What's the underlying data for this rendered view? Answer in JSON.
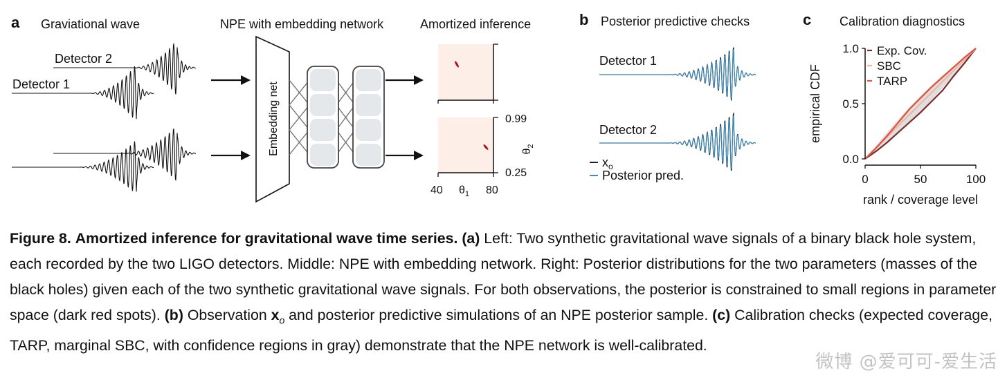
{
  "panels": {
    "a": {
      "letter": "a",
      "title_wave": "Graviational wave",
      "title_npe": "NPE with embedding network",
      "title_amortized": "Amortized inference",
      "detector2_label": "Detector 2",
      "detector1_label": "Detector 1",
      "embedding_net_label": "Embedding net",
      "posterior_axes": {
        "x_ticks": [
          "40",
          "80"
        ],
        "x_label": "θ",
        "x_label_sub": "1",
        "y_ticks": [
          "0.99",
          "0.25"
        ],
        "y_label": "θ",
        "y_label_sub": "2"
      }
    },
    "b": {
      "letter": "b",
      "title": "Posterior predictive checks",
      "detector1_label": "Detector 1",
      "detector2_label": "Detector 2",
      "legend": {
        "observed": "x",
        "observed_sub": "o",
        "predicted": "Posterior pred."
      },
      "colors": {
        "observed": "#222222",
        "predicted": "#3a8fc4"
      }
    },
    "c": {
      "letter": "c",
      "title": "Calibration diagnostics",
      "colors": {
        "exp_cov": "#7b2a2a",
        "sbc": "#f2b3a0",
        "tarp": "#e0503a",
        "band": "#d8d8d8"
      }
    }
  },
  "chart_data": {
    "type": "line",
    "title": "Calibration diagnostics",
    "xlabel": "rank / coverage level",
    "ylabel": "empirical CDF",
    "xlim": [
      0,
      100
    ],
    "ylim": [
      0,
      1
    ],
    "x_ticks": [
      "0",
      "50",
      "100"
    ],
    "y_ticks": [
      "0.0",
      "0.5",
      "1.0"
    ],
    "legend_position": "top-left",
    "x": [
      0,
      10,
      20,
      30,
      40,
      50,
      60,
      70,
      80,
      90,
      100
    ],
    "series": [
      {
        "name": "Exp. Cov.",
        "values": [
          0.0,
          0.07,
          0.15,
          0.24,
          0.33,
          0.42,
          0.52,
          0.62,
          0.75,
          0.87,
          1.0
        ]
      },
      {
        "name": "SBC",
        "values": [
          0.0,
          0.1,
          0.2,
          0.3,
          0.4,
          0.5,
          0.6,
          0.7,
          0.8,
          0.9,
          1.0
        ]
      },
      {
        "name": "TARP",
        "values": [
          0.0,
          0.1,
          0.21,
          0.33,
          0.45,
          0.55,
          0.65,
          0.74,
          0.83,
          0.92,
          1.0
        ]
      }
    ]
  },
  "caption": {
    "label": "Figure 8.",
    "title": "Amortized inference for gravitational wave time series.",
    "a_tag": "(a)",
    "a_text": " Left: Two synthetic gravitational wave signals of a binary black hole system, each recorded by the two LIGO detectors. Middle: NPE with embedding network. Right: Posterior distributions for the two parameters (masses of the black holes) given each of the two synthetic gravitational wave signals. For both observations, the posterior is constrained to small regions in parameter space (dark red spots). ",
    "b_tag": "(b)",
    "b_text_1": " Observation ",
    "b_x": "x",
    "b_x_sub": "o",
    "b_text_2": " and posterior predictive simulations of an NPE posterior sample. ",
    "c_tag": "(c)",
    "c_text": " Calibration checks (expected coverage, TARP, marginal SBC, with confidence regions in gray) demonstrate that the NPE network is well-calibrated."
  },
  "watermark": "微博 @爱可可-爱生活"
}
